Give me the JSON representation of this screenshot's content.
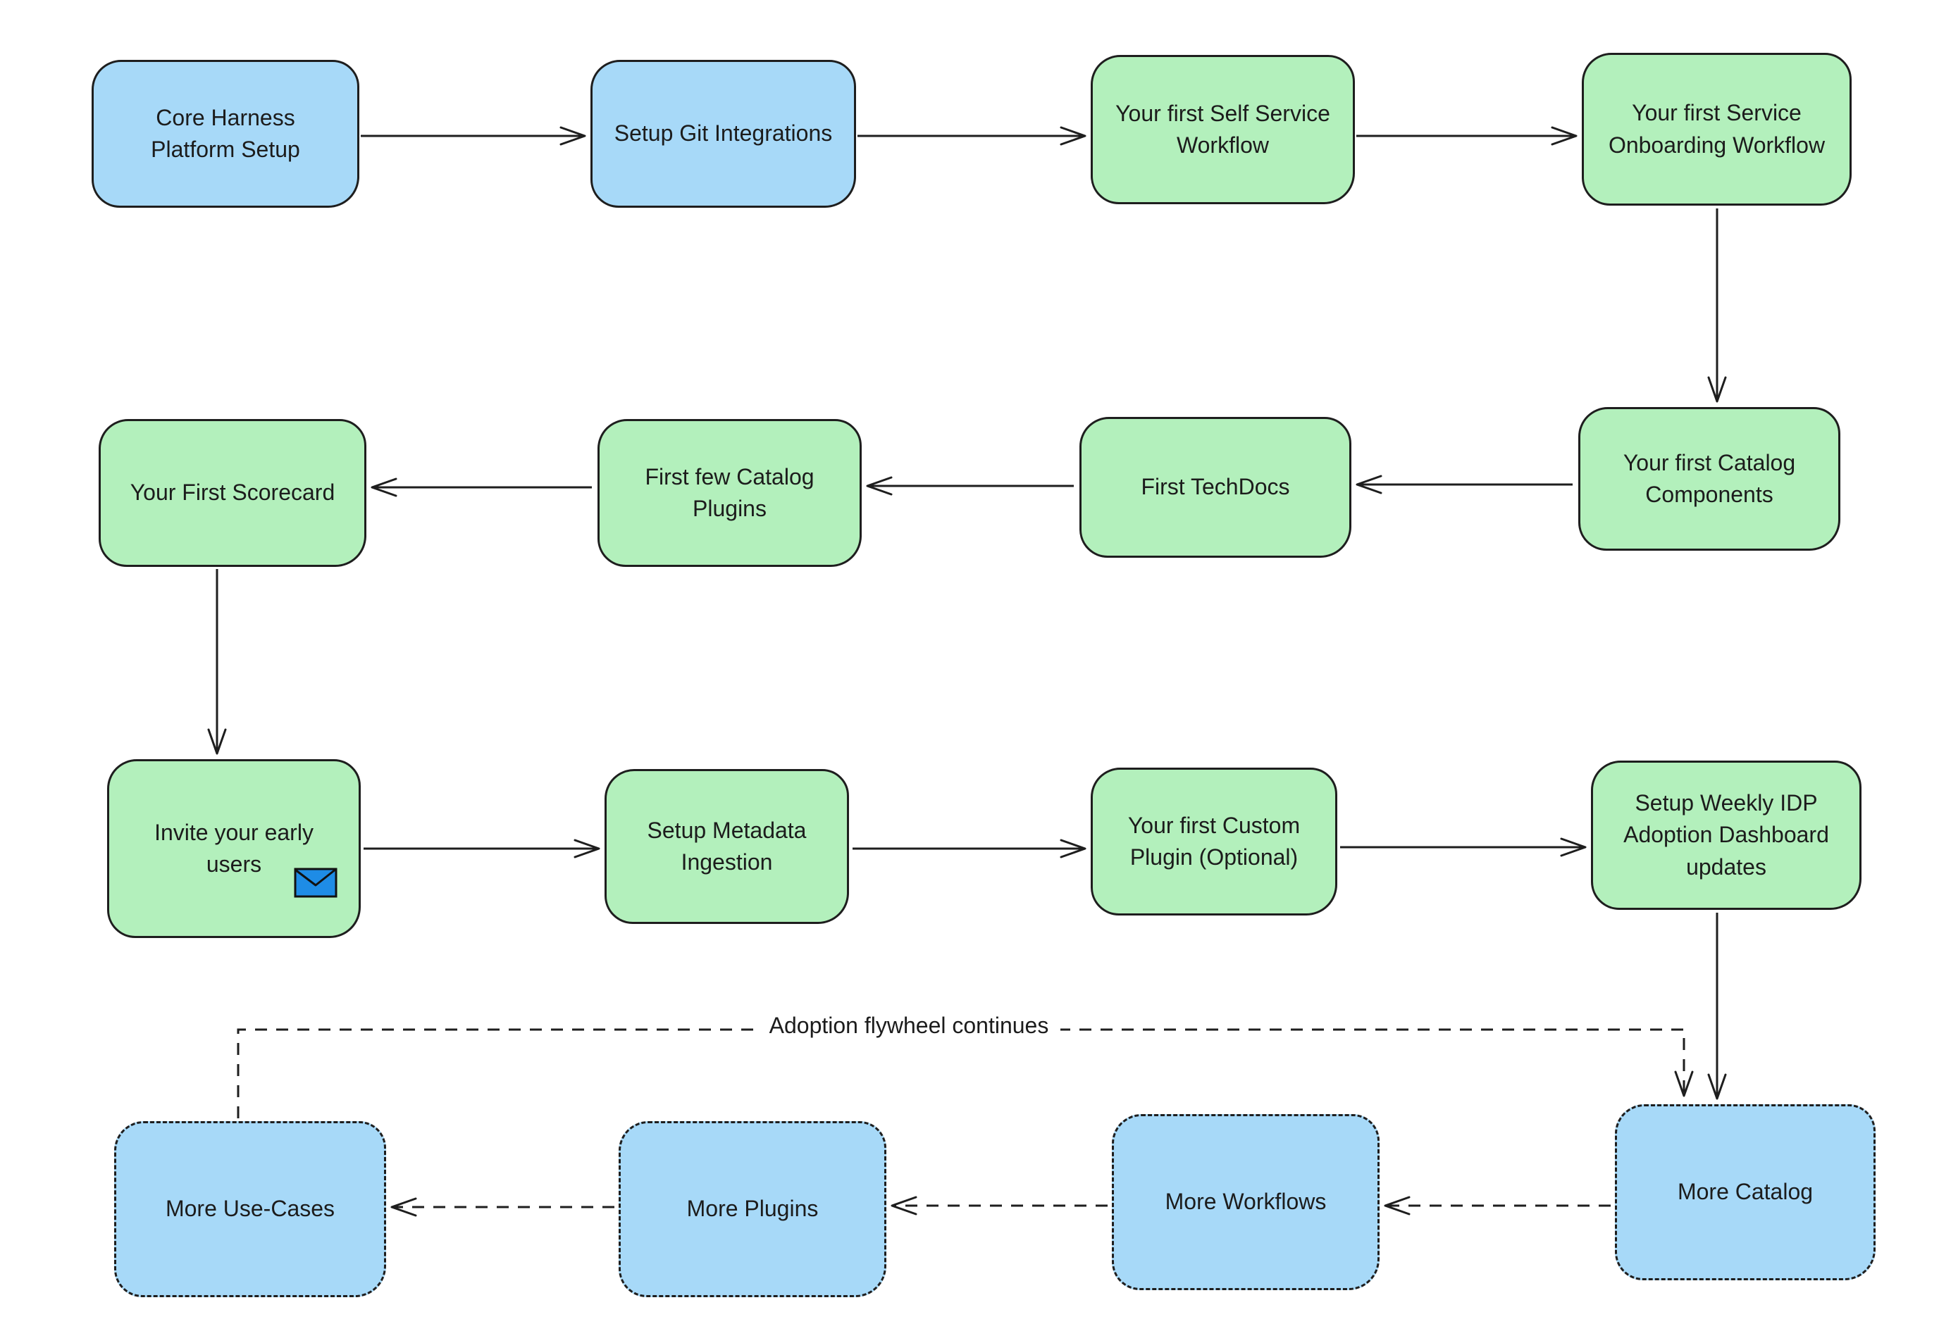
{
  "colors": {
    "blue": "#a7d9f8",
    "green": "#b3f0bc",
    "stroke": "#1e1e1e",
    "envelope": "#1e8ce6"
  },
  "diagram": {
    "flywheel_label": "Adoption flywheel continues",
    "nodes": [
      {
        "id": "core-harness-platform-setup",
        "label": "Core Harness Platform Setup",
        "style": "blue-solid"
      },
      {
        "id": "setup-git-integrations",
        "label": "Setup Git Integrations",
        "style": "blue-solid"
      },
      {
        "id": "first-self-service-workflow",
        "label": "Your first Self Service Workflow",
        "style": "green-solid"
      },
      {
        "id": "first-service-onboarding-workflow",
        "label": "Your first Service Onboarding Workflow",
        "style": "green-solid"
      },
      {
        "id": "first-catalog-components",
        "label": "Your first Catalog Components",
        "style": "green-solid"
      },
      {
        "id": "first-techdocs",
        "label": "First TechDocs",
        "style": "green-solid"
      },
      {
        "id": "first-few-catalog-plugins",
        "label": "First few Catalog Plugins",
        "style": "green-solid"
      },
      {
        "id": "your-first-scorecard",
        "label": "Your First Scorecard",
        "style": "green-solid"
      },
      {
        "id": "invite-your-early-users",
        "label": "Invite your early users",
        "style": "green-solid",
        "icon": "envelope-icon"
      },
      {
        "id": "setup-metadata-ingestion",
        "label": "Setup Metadata Ingestion",
        "style": "green-solid"
      },
      {
        "id": "first-custom-plugin",
        "label": "Your first Custom Plugin (Optional)",
        "style": "green-solid"
      },
      {
        "id": "weekly-idp-adoption-dashboard",
        "label": "Setup Weekly IDP Adoption Dashboard updates",
        "style": "green-solid"
      },
      {
        "id": "more-catalog",
        "label": "More Catalog",
        "style": "blue-dashed"
      },
      {
        "id": "more-workflows",
        "label": "More Workflows",
        "style": "blue-dashed"
      },
      {
        "id": "more-plugins",
        "label": "More Plugins",
        "style": "blue-dashed"
      },
      {
        "id": "more-use-cases",
        "label": "More Use-Cases",
        "style": "blue-dashed"
      }
    ],
    "edges": [
      {
        "from": "core-harness-platform-setup",
        "to": "setup-git-integrations",
        "style": "solid"
      },
      {
        "from": "setup-git-integrations",
        "to": "first-self-service-workflow",
        "style": "solid"
      },
      {
        "from": "first-self-service-workflow",
        "to": "first-service-onboarding-workflow",
        "style": "solid"
      },
      {
        "from": "first-service-onboarding-workflow",
        "to": "first-catalog-components",
        "style": "solid"
      },
      {
        "from": "first-catalog-components",
        "to": "first-techdocs",
        "style": "solid"
      },
      {
        "from": "first-techdocs",
        "to": "first-few-catalog-plugins",
        "style": "solid"
      },
      {
        "from": "first-few-catalog-plugins",
        "to": "your-first-scorecard",
        "style": "solid"
      },
      {
        "from": "your-first-scorecard",
        "to": "invite-your-early-users",
        "style": "solid"
      },
      {
        "from": "invite-your-early-users",
        "to": "setup-metadata-ingestion",
        "style": "solid"
      },
      {
        "from": "setup-metadata-ingestion",
        "to": "first-custom-plugin",
        "style": "solid"
      },
      {
        "from": "first-custom-plugin",
        "to": "weekly-idp-adoption-dashboard",
        "style": "solid"
      },
      {
        "from": "weekly-idp-adoption-dashboard",
        "to": "more-catalog",
        "style": "solid"
      },
      {
        "from": "more-use-cases",
        "to": "more-catalog",
        "style": "dashed",
        "label": "Adoption flywheel continues"
      },
      {
        "from": "more-catalog",
        "to": "more-workflows",
        "style": "dashed"
      },
      {
        "from": "more-workflows",
        "to": "more-plugins",
        "style": "dashed"
      },
      {
        "from": "more-plugins",
        "to": "more-use-cases",
        "style": "dashed"
      }
    ]
  }
}
